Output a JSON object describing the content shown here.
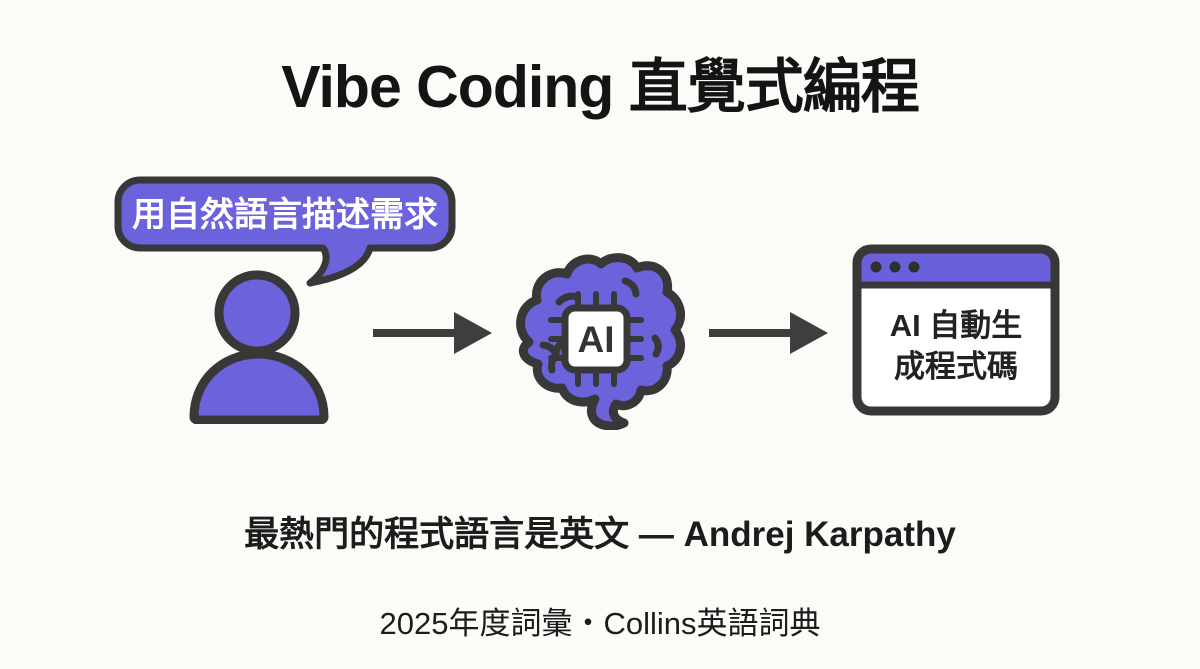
{
  "title": "Vibe Coding 直覺式編程",
  "diagram": {
    "speech_bubble_text": "用自然語言描述需求",
    "chip_label": "AI",
    "window_line1": "AI 自動生",
    "window_line2": "成程式碼"
  },
  "quote": "最熱門的程式語言是英文 — Andrej Karpathy",
  "footer": "2025年度詞彙・Collins英語詞典",
  "colors": {
    "background": "#fbfbf8",
    "accent_purple": "#6c63dc",
    "outline_dark": "#383838",
    "arrow_gray": "#3e3e3e",
    "text_black": "#141414",
    "bubble_text_white": "#ffffff"
  }
}
